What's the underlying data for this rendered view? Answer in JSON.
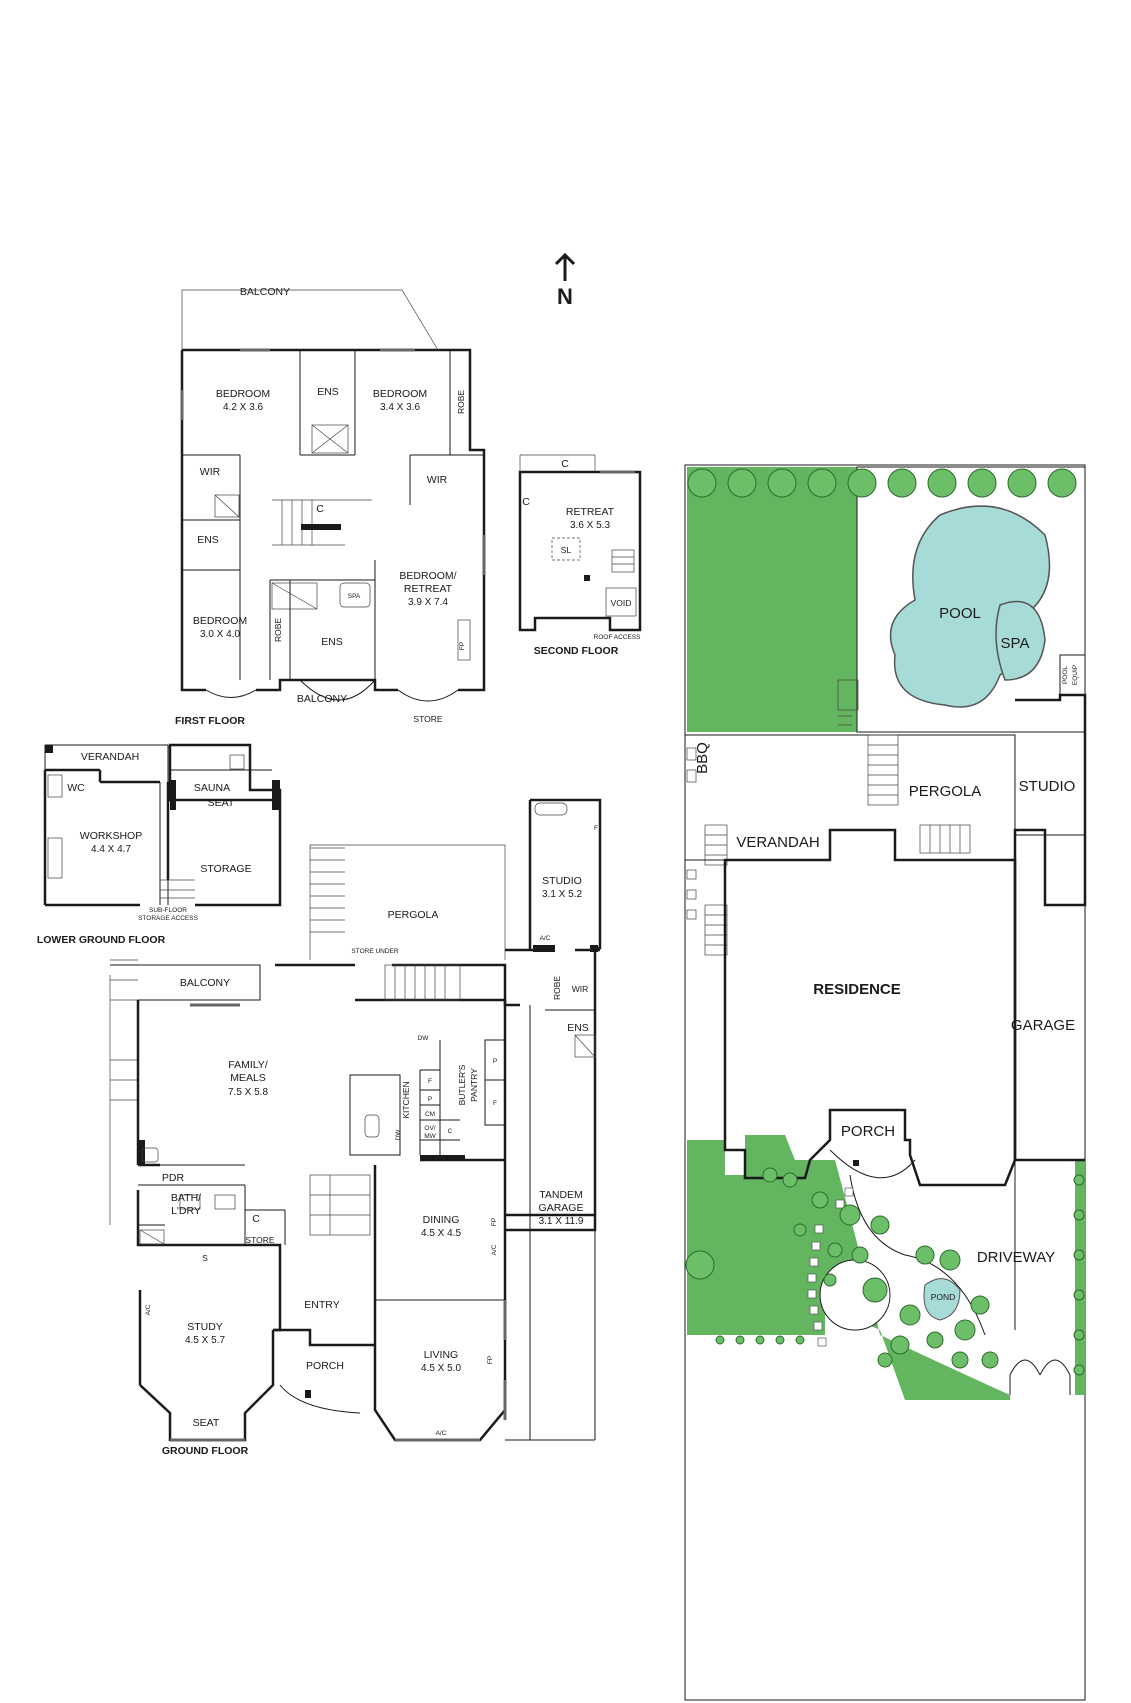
{
  "compass": {
    "letter": "N",
    "icon": "north-arrow-icon"
  },
  "colors": {
    "wall": "#1a1a1a",
    "lawn": "#63b560",
    "pool_water": "#a7dbd8",
    "tree_fill": "#6cbf68",
    "tree_stroke": "#2e6b2e",
    "paving": "#ffffff"
  },
  "floors": {
    "first": {
      "caption": "FIRST FLOOR",
      "balcony_top": "BALCONY",
      "bedroom1": {
        "name": "BEDROOM",
        "dim": "4.2 X 3.6"
      },
      "ens_top": "ENS",
      "bedroom2": {
        "name": "BEDROOM",
        "dim": "3.4 X 3.6"
      },
      "robe_right": "ROBE",
      "wir_left": "WIR",
      "wir_right": "WIR",
      "c": "C",
      "ens_left": "ENS",
      "spa": "SPA",
      "bedroom3": {
        "name": "BEDROOM",
        "dim": "3.0 X 4.0"
      },
      "robe_mid": "ROBE",
      "ens_mid": "ENS",
      "bedroom_retreat": {
        "name1": "BEDROOM/",
        "name2": "RETREAT",
        "dim": "3.9 X 7.4"
      },
      "fp": "FP",
      "balcony_bottom": "BALCONY",
      "store": "STORE"
    },
    "second": {
      "caption": "SECOND FLOOR",
      "c_top": "C",
      "c_left": "C",
      "retreat": {
        "name": "RETREAT",
        "dim": "3.6 X 5.3"
      },
      "sl": "SL",
      "void": "VOID",
      "roof_access": "ROOF ACCESS"
    },
    "lower": {
      "caption": "LOWER GROUND FLOOR",
      "verandah": "VERANDAH",
      "wc": "WC",
      "workshop": {
        "name": "WORKSHOP",
        "dim": "4.4 X 4.7"
      },
      "sauna": "SAUNA",
      "seat": "SEAT",
      "storage": "STORAGE",
      "sub_floor_1": "SUB-FLOOR",
      "sub_floor_2": "STORAGE ACCESS"
    },
    "ground": {
      "caption": "GROUND FLOOR",
      "pergola": "PERGOLA",
      "store_under": "STORE UNDER",
      "studio": {
        "name": "STUDIO",
        "dim": "3.1 X 5.2"
      },
      "f_studio": "F",
      "ac_studio": "A/C",
      "robe": "ROBE",
      "wir": "WIR",
      "ens": "ENS",
      "balcony": "BALCONY",
      "family_meals": {
        "name1": "FAMILY/",
        "name2": "MEALS",
        "dim": "7.5 X 5.8"
      },
      "dw_top": "DW",
      "kitchen": "KITCHEN",
      "dw_side": "DW",
      "f1": "F",
      "p1": "P",
      "cm": "CM",
      "ov_mw_1": "OV/",
      "ov_mw_2": "MW",
      "c_kitchen": "C",
      "butlers_1": "BUTLER'S",
      "butlers_2": "PANTRY",
      "p2": "P",
      "f2": "F",
      "pdr": "PDR",
      "bath_ldry_1": "BATH/",
      "bath_ldry_2": "L'DRY",
      "c_bath": "C",
      "store": "STORE",
      "s": "S",
      "dining": {
        "name": "DINING",
        "dim": "4.5 X 4.5"
      },
      "fp_dining": "FP",
      "ac_dining": "A/C",
      "tandem_garage": {
        "name1": "TANDEM",
        "name2": "GARAGE",
        "dim": "3.1 X 11.9"
      },
      "entry": "ENTRY",
      "study": {
        "name": "STUDY",
        "dim": "4.5 X 5.7"
      },
      "ac_study": "A/C",
      "porch": "PORCH",
      "living": {
        "name": "LIVING",
        "dim": "4.5 X 5.0"
      },
      "fp_living": "FP",
      "ac_living": "A/C",
      "seat": "SEAT"
    }
  },
  "site": {
    "pool": "POOL",
    "spa": "SPA",
    "pool_equip_1": "POOL",
    "pool_equip_2": "EQUIP",
    "bbq": "BBQ",
    "pergola": "PERGOLA",
    "studio": "STUDIO",
    "verandah": "VERANDAH",
    "residence": "RESIDENCE",
    "garage": "GARAGE",
    "porch": "PORCH",
    "driveway": "DRIVEWAY",
    "pond": "POND"
  }
}
